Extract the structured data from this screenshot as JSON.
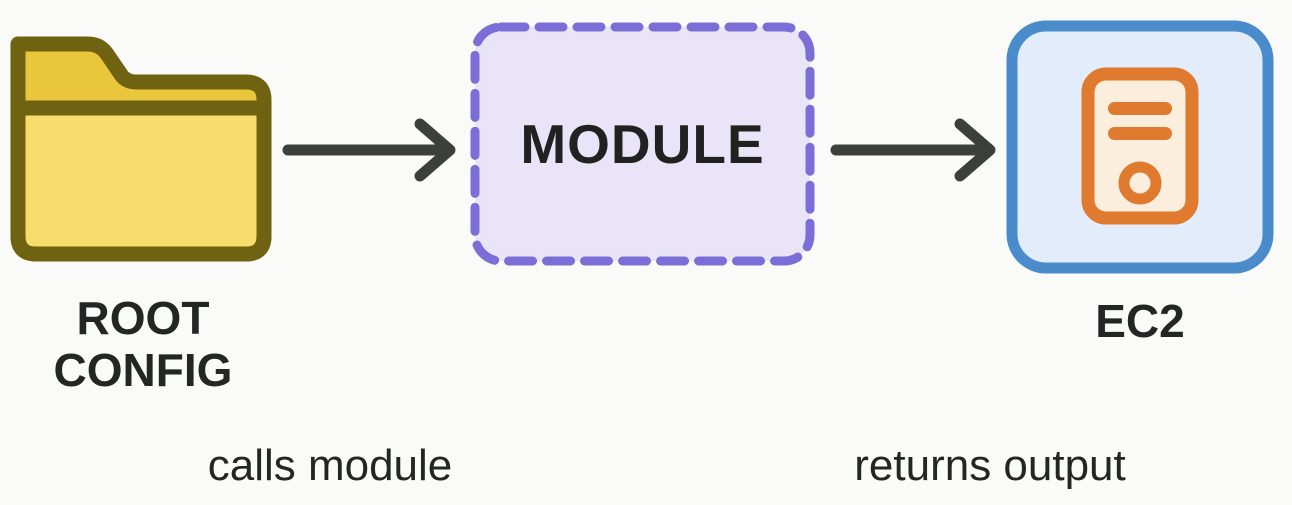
{
  "diagram": {
    "title": "Terraform root config calls module which returns EC2 output",
    "background_color": "#fafaf9",
    "nodes": [
      {
        "id": "root-config",
        "label": "ROOT\nCONFIG",
        "icon": "folder-icon",
        "colors": {
          "outline": "#6f6210",
          "tab_fill": "#e9c63c",
          "body_fill": "#f7dd6e"
        }
      },
      {
        "id": "module",
        "label": "MODULE",
        "icon": "dashed-box",
        "colors": {
          "border": "#7b6ed6",
          "fill": "#e9e4f8",
          "text": "#1f2220"
        }
      },
      {
        "id": "ec2",
        "label": "EC2",
        "icon": "server-icon",
        "colors": {
          "border": "#4a8bcc",
          "fill": "#e3ecfb",
          "server_outline": "#e07a2f",
          "server_fill": "#fbeedd"
        }
      }
    ],
    "edges": [
      {
        "id": "edge-calls-module",
        "from": "root-config",
        "to": "module",
        "caption": "calls module",
        "color": "#3b403d"
      },
      {
        "id": "edge-returns-output",
        "from": "module",
        "to": "ec2",
        "caption": "returns output",
        "color": "#3b403d"
      }
    ]
  },
  "labels": {
    "root_config": "ROOT\nCONFIG",
    "module": "MODULE",
    "ec2": "EC2",
    "calls_module": "calls module",
    "returns_output": "returns output"
  }
}
